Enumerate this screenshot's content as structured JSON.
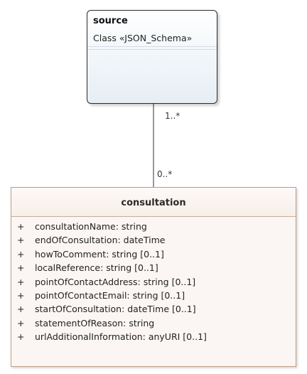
{
  "source": {
    "name": "source",
    "stereotype_line": "Class «JSON_Schema»"
  },
  "association": {
    "source_multiplicity": "1..*",
    "target_multiplicity": "0..*"
  },
  "consultation": {
    "name": "consultation",
    "attributes": [
      {
        "visibility": "+",
        "text": "consultationName: string"
      },
      {
        "visibility": "+",
        "text": "endOfConsultation: dateTime"
      },
      {
        "visibility": "+",
        "text": "howToComment: string [0..1]"
      },
      {
        "visibility": "+",
        "text": "localReference: string [0..1]"
      },
      {
        "visibility": "+",
        "text": "pointOfContactAddress: string [0..1]"
      },
      {
        "visibility": "+",
        "text": "pointOfContactEmail: string [0..1]"
      },
      {
        "visibility": "+",
        "text": "startOfConsultation: dateTime [0..1]"
      },
      {
        "visibility": "+",
        "text": "statementOfReason: string"
      },
      {
        "visibility": "+",
        "text": "urlAdditionalInformation: anyURI [0..1]"
      }
    ]
  }
}
